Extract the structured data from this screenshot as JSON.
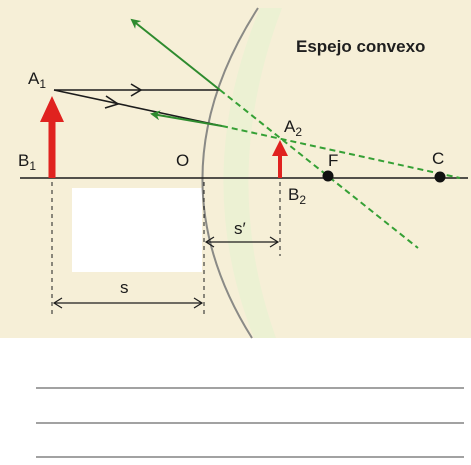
{
  "title": "Espejo convexo",
  "labels": {
    "A1": {
      "main": "A",
      "sub": "1"
    },
    "B1": {
      "main": "B",
      "sub": "1"
    },
    "A2": {
      "main": "A",
      "sub": "2"
    },
    "B2": {
      "main": "B",
      "sub": "2"
    },
    "O": "O",
    "F": "F",
    "C": "C",
    "s": "s",
    "s_prime": "s′"
  },
  "colors": {
    "background": "#f6efd7",
    "mirror_glass": "#ecf1d3",
    "mirror_line": "#8a8a86",
    "object_arrow": "#e0221f",
    "image_arrow": "#e0221f",
    "real_ray": "#1c1c1c",
    "reflected_ray": "#2e8b2e",
    "virtual_ray": "#35a035",
    "axis": "#1c1c1c"
  },
  "answer_lines": 3
}
